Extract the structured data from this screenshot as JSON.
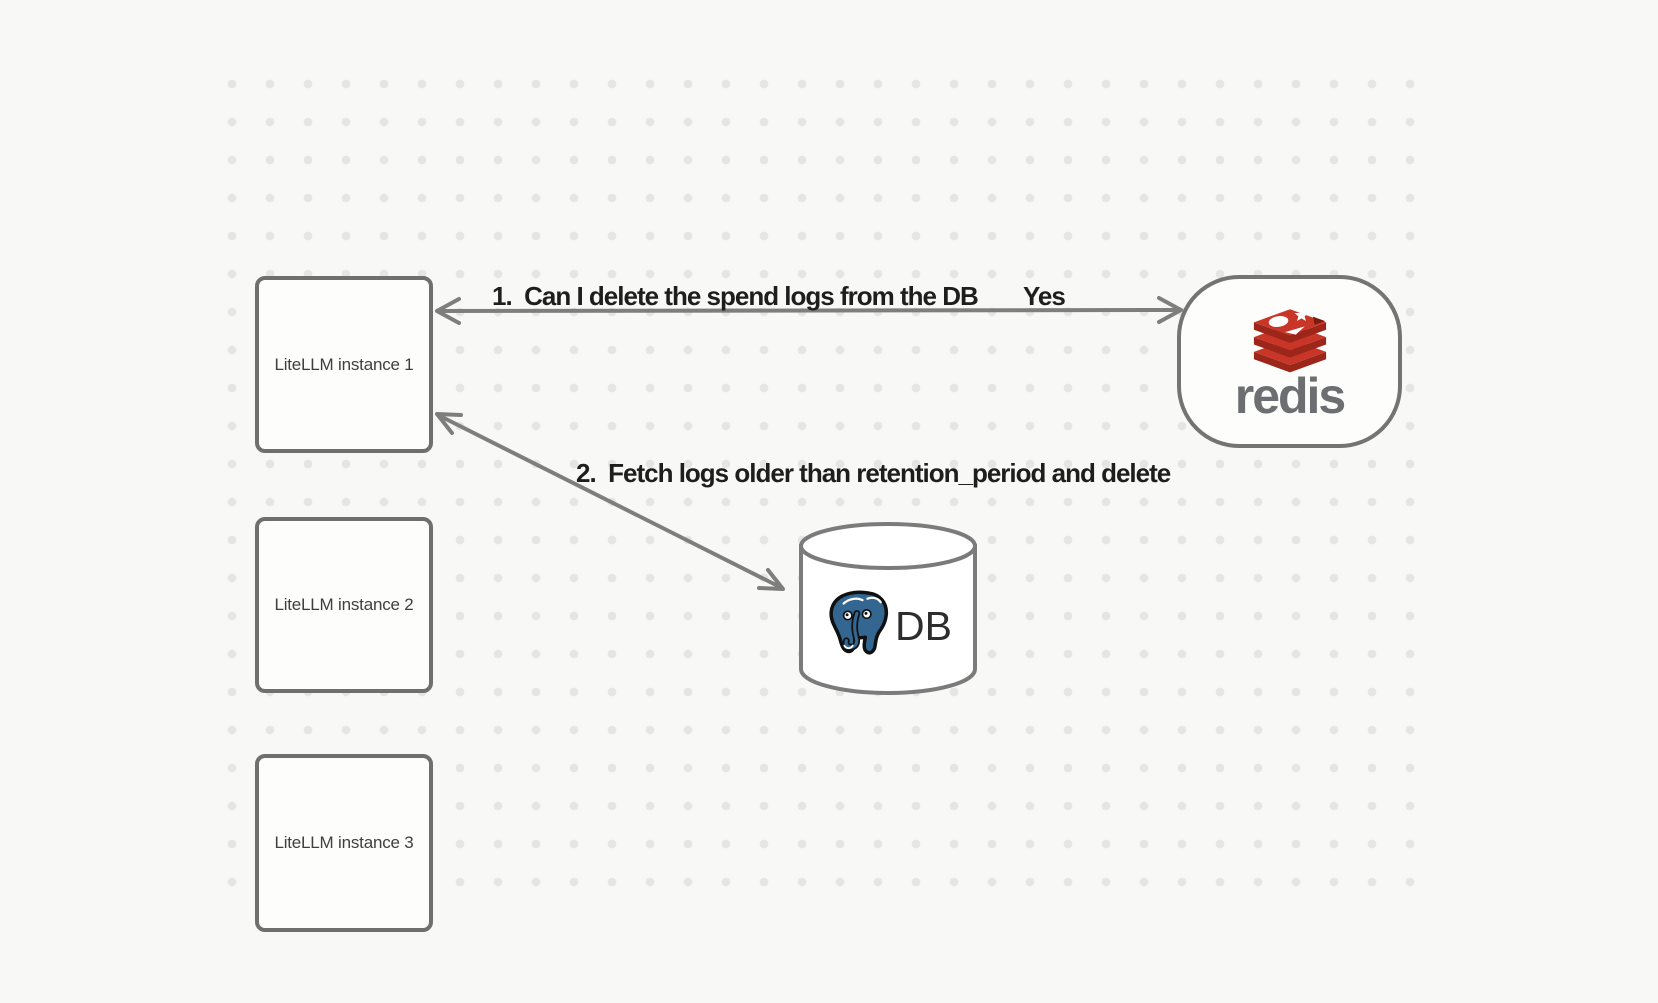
{
  "app": {
    "background_color": "#f8f8f7",
    "dot_grid_color": "#e6e5e3",
    "stroke_color": "#7e7e7e"
  },
  "diagram": {
    "instances": [
      {
        "label": "LiteLLM instance 1"
      },
      {
        "label": "LiteLLM instance 2"
      },
      {
        "label": "LiteLLM instance 3"
      }
    ],
    "redis": {
      "label": "redis",
      "logo_red": "#c93527",
      "logo_dark_red": "#9b2619",
      "wordmark_color": "#6d6e71"
    },
    "database": {
      "label": "DB",
      "postgres_blue": "#336791"
    },
    "edges": [
      {
        "label": "1.  Can I delete the spend logs from the DB",
        "response_label": "Yes",
        "from": "redis",
        "to": "LiteLLM instance 1",
        "style": "double-headed-arrow"
      },
      {
        "label": "2.  Fetch logs older than retention_period and delete",
        "from": "LiteLLM instance 1",
        "to": "DB",
        "style": "double-headed-arrow"
      }
    ]
  }
}
